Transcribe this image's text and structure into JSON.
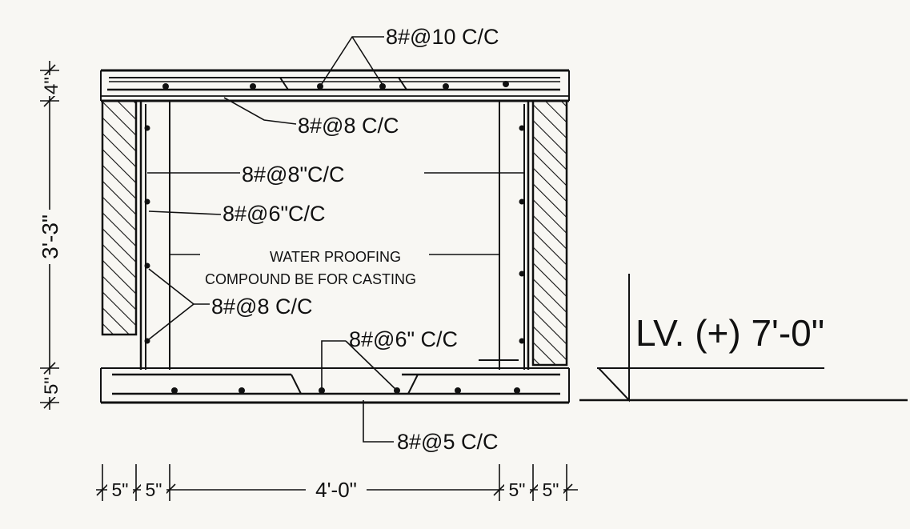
{
  "drawing": {
    "labels": {
      "top_bars": "8#@10 C/C",
      "top_inner": "8#@8 C/C",
      "mid_bars": "8#@8\"C/C",
      "wall_vertical": "8#@6\"C/C",
      "waterproof_1": "WATER PROOFING",
      "waterproof_2": "COMPOUND BE FOR CASTING",
      "wall_lower": "8#@8 C/C",
      "bottom_bars": "8#@6\" C/C",
      "bottom_slab": "8#@5 C/C",
      "level": "LV. (+) 7'-0\""
    },
    "dimensions": {
      "top_slab": "4\"",
      "height": "3'-3\"",
      "bottom_slab": "5\"",
      "d1": "5\"",
      "d2": "5\"",
      "clear_width": "4'-0\"",
      "d3": "5\"",
      "d4": "5\""
    }
  }
}
